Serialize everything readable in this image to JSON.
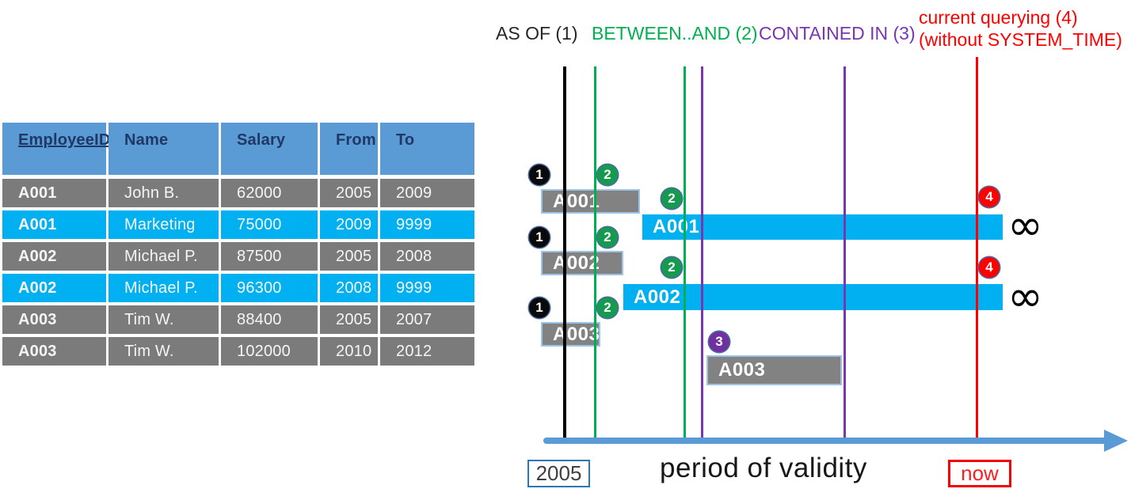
{
  "table": {
    "headers": [
      "EmployeeID",
      "Name",
      "Salary",
      "From",
      "To"
    ],
    "rows": [
      {
        "cells": [
          "A001",
          "John B.",
          "62000",
          "2005",
          "2009"
        ],
        "highlight": false
      },
      {
        "cells": [
          "A001",
          "Marketing",
          "75000",
          "2009",
          "9999"
        ],
        "highlight": true
      },
      {
        "cells": [
          "A002",
          "Michael P.",
          "87500",
          "2005",
          "2008"
        ],
        "highlight": false
      },
      {
        "cells": [
          "A002",
          "Michael P.",
          "96300",
          "2008",
          "9999"
        ],
        "highlight": true
      },
      {
        "cells": [
          "A003",
          "Tim W.",
          "88400",
          "2005",
          "2007"
        ],
        "highlight": false
      },
      {
        "cells": [
          "A003",
          "Tim W.",
          "102000",
          "2010",
          "2012"
        ],
        "highlight": false
      }
    ]
  },
  "legend": {
    "as_of": "AS OF (1)",
    "between_and": "BETWEEN..AND (2)",
    "contained_in": "CONTAINED IN (3)",
    "current_line1": "current querying (4)",
    "current_line2": "(without SYSTEM_TIME)"
  },
  "diagram": {
    "bars": {
      "a001_old": "A001",
      "a001_current": "A001",
      "a002_old": "A002",
      "a002_current": "A002",
      "a003_old": "A003",
      "a003_contained": "A003"
    },
    "markers": {
      "one": "1",
      "two": "2",
      "three": "3",
      "four": "4"
    },
    "infinity": "∞",
    "axis": {
      "start_label": "2005",
      "axis_label": "period of validity",
      "now_label": "now"
    }
  },
  "colors": {
    "header_blue": "#5b9bd5",
    "header_text": "#1f3864",
    "row_gray": "#7b7b7b",
    "row_cyan": "#00b0f0",
    "line_black": "#000000",
    "line_green": "#00b050",
    "line_purple": "#7a35b2",
    "line_red": "#ff0000",
    "axis_blue": "#5b9bd5"
  }
}
